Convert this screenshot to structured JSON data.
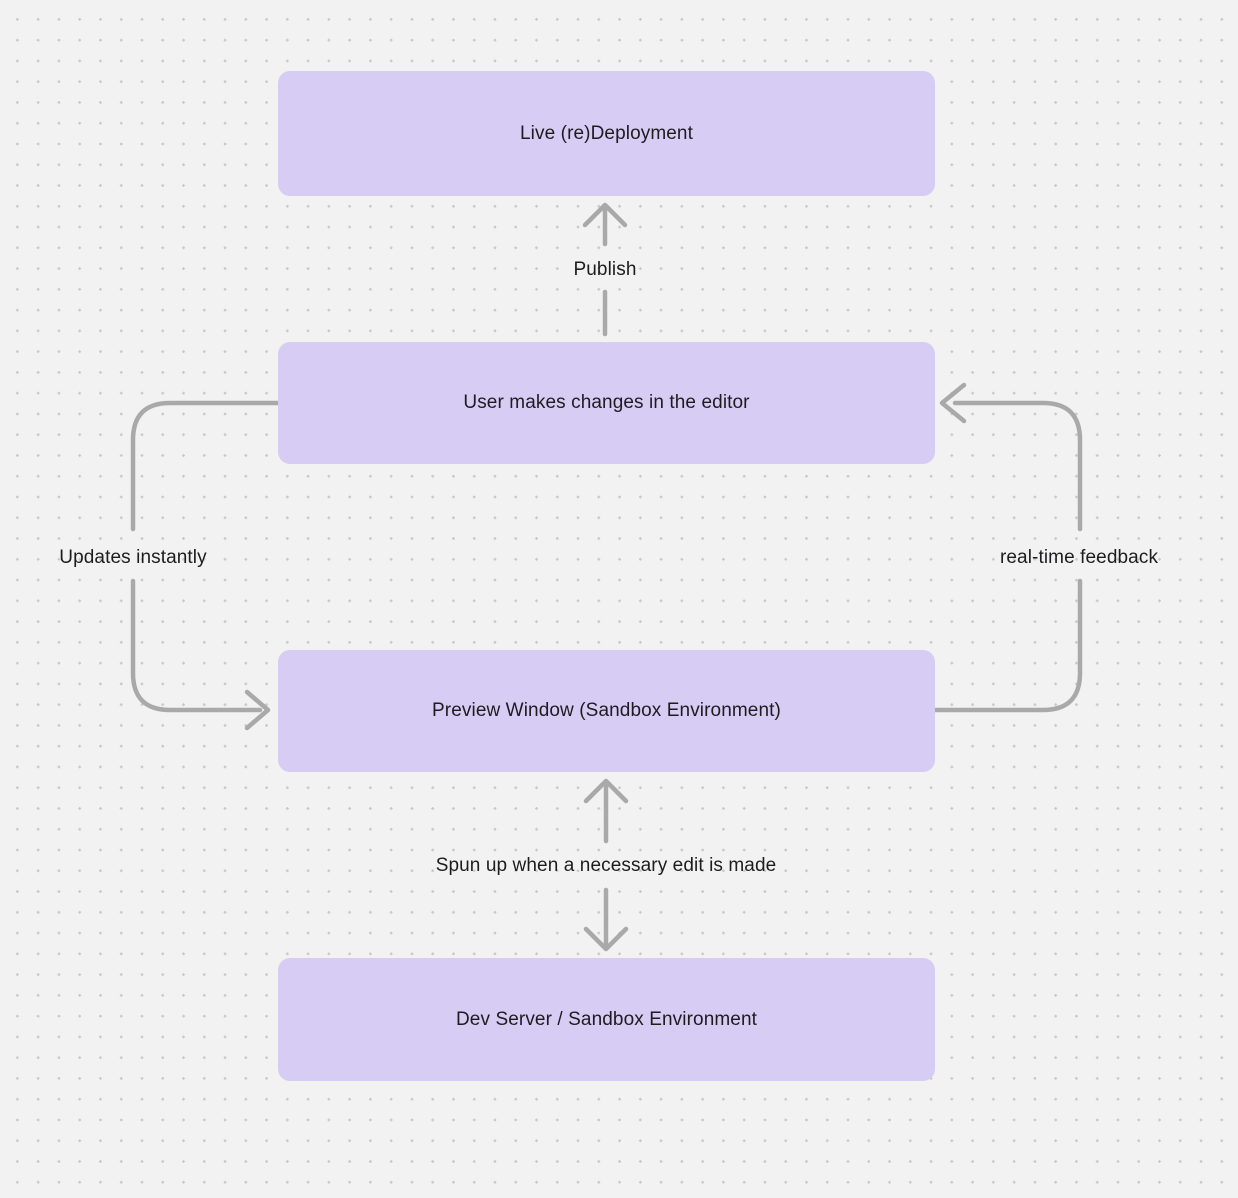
{
  "diagram": {
    "nodes": {
      "live_redeployment": "Live (re)Deployment",
      "user_editor": "User makes changes in the editor",
      "preview_window": "Preview Window (Sandbox Environment)",
      "dev_server": "Dev Server / Sandbox Environment"
    },
    "edges": {
      "publish": "Publish",
      "updates_instantly": "Updates instantly",
      "realtime_feedback": "real-time feedback",
      "spun_up": "Spun up when a necessary edit is made"
    },
    "colors": {
      "background_color": "#f2f2f2",
      "dot_color": "#c9c9c9",
      "node_fill": "#d7ccf3",
      "node_text_color": "#1d1d1f",
      "arrow_color": "#a9a9a9",
      "label_text_color": "#1d1d1f"
    }
  }
}
